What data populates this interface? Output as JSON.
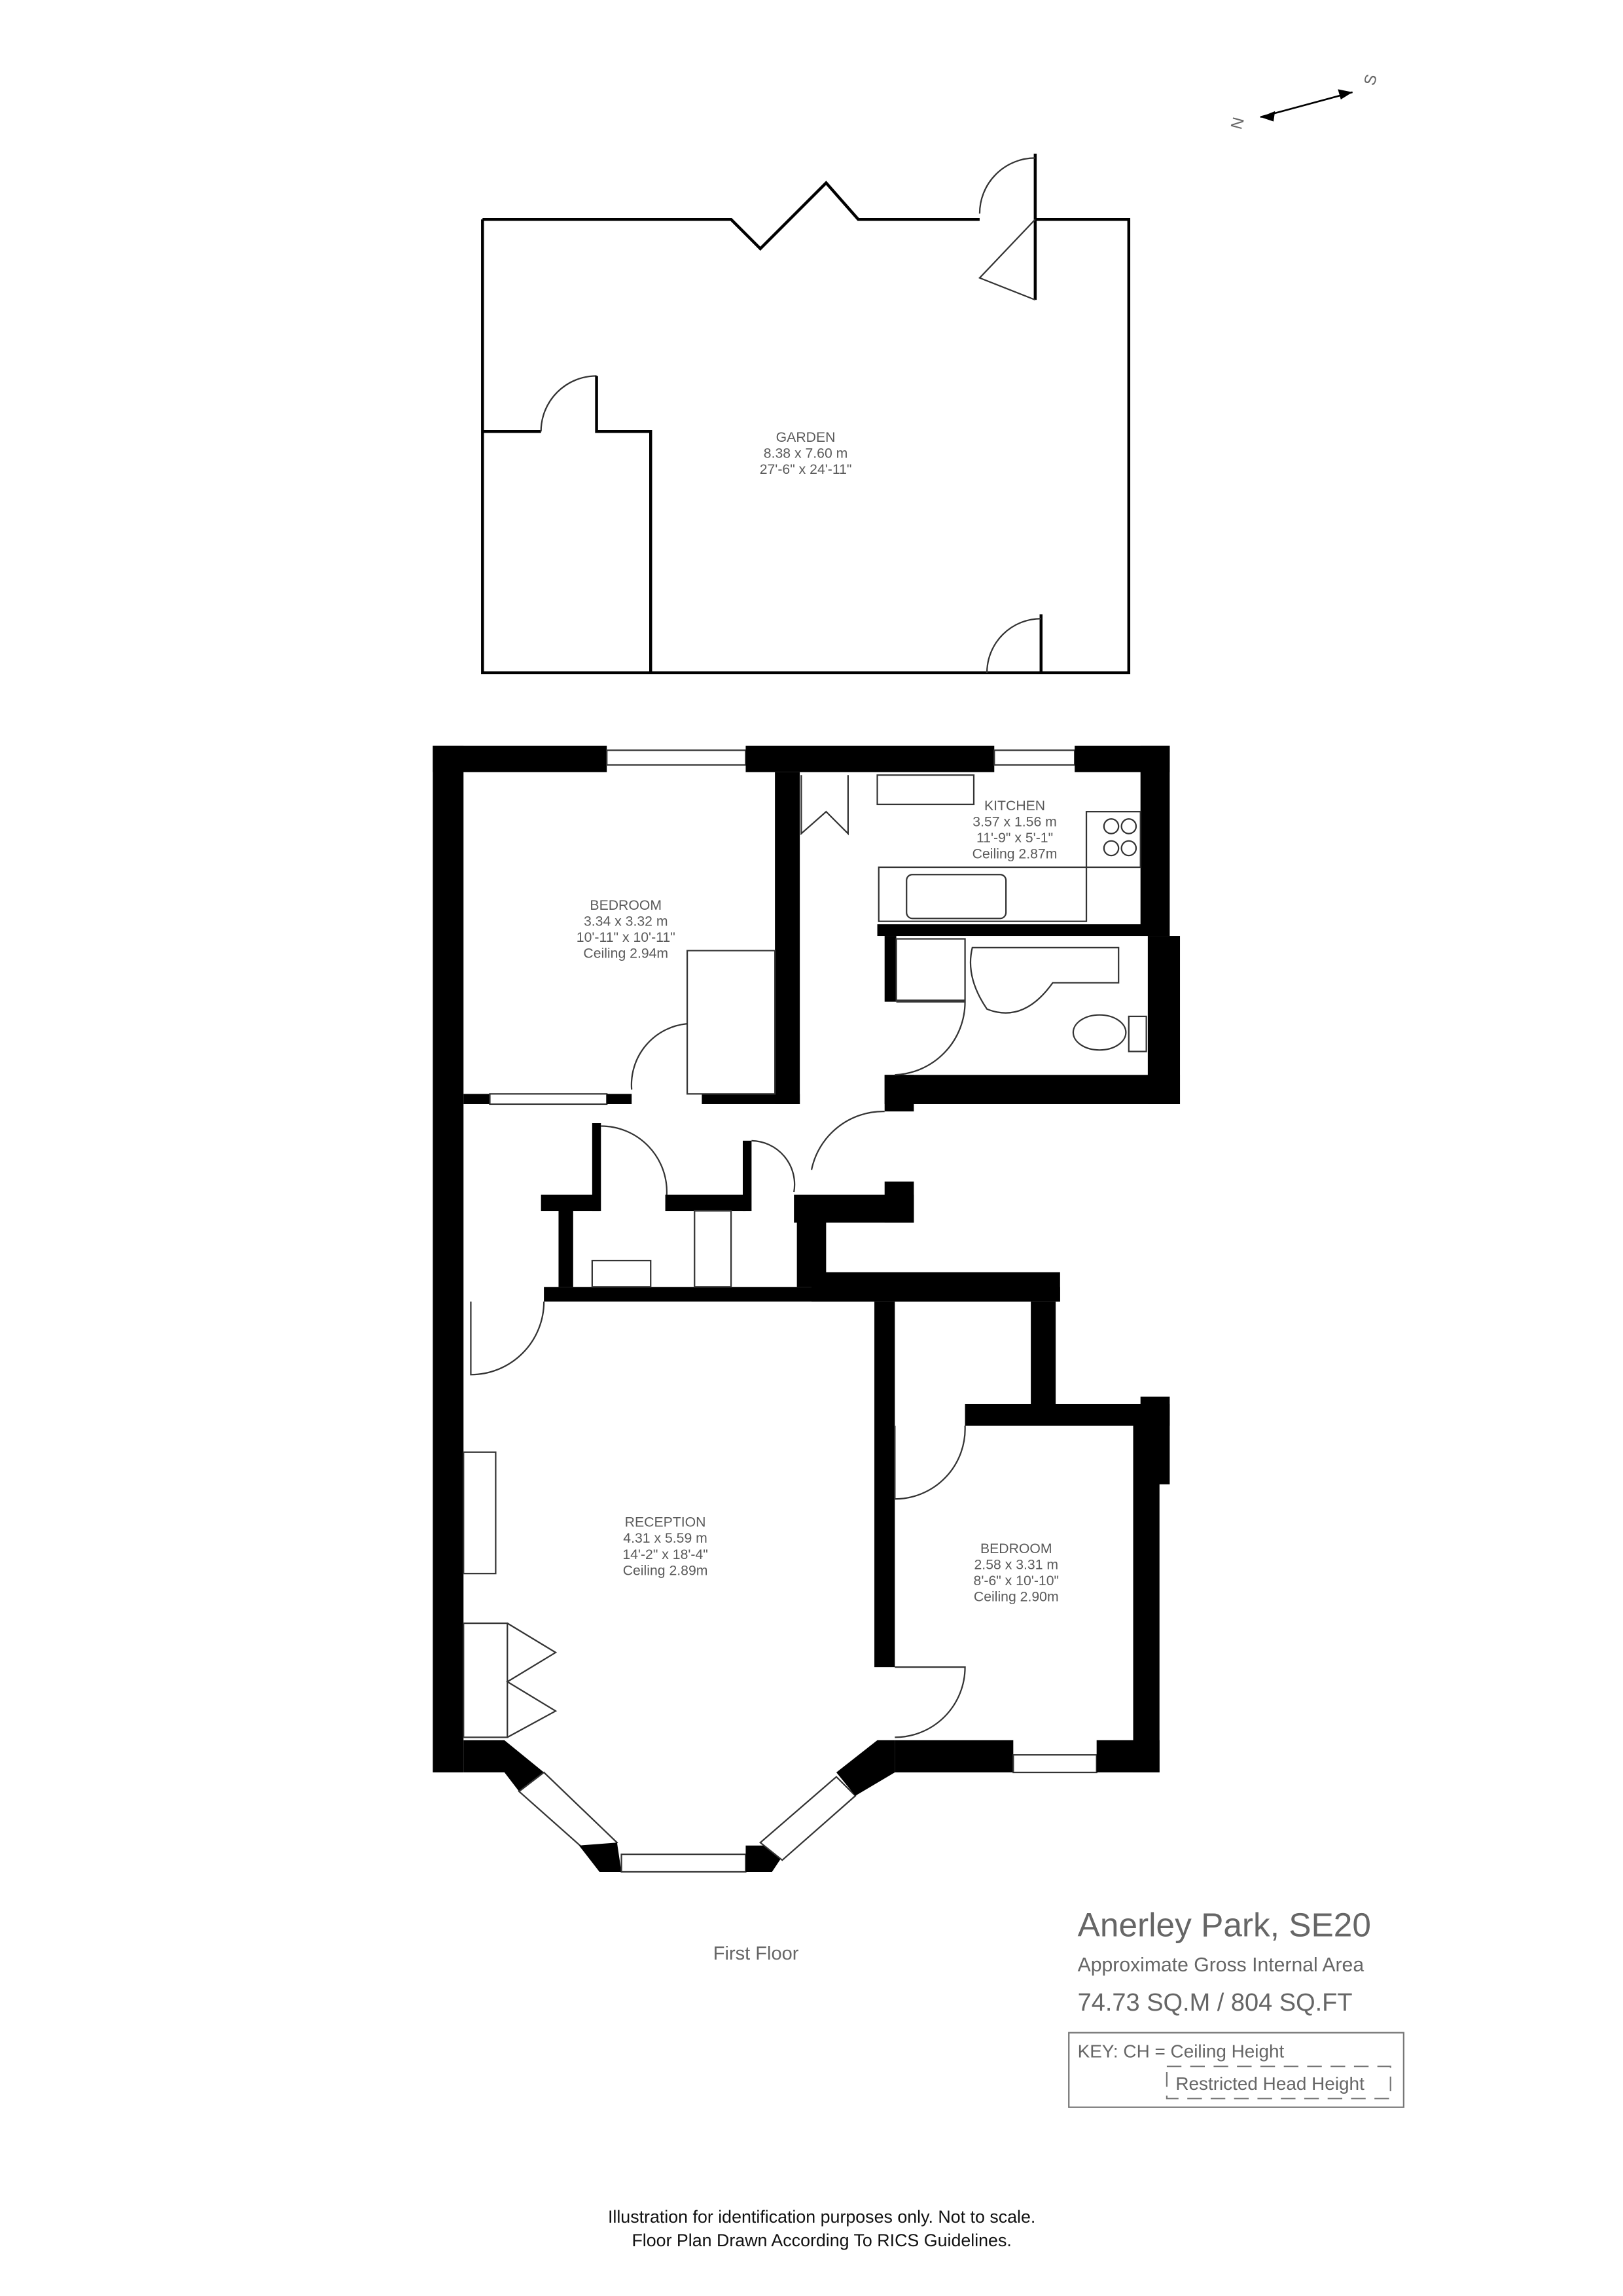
{
  "compass": {
    "north": "N",
    "south": "S"
  },
  "garden": {
    "name": "GARDEN",
    "metric": "8.38 x  7.60 m",
    "imperial": "27'-6\" x  24'-11\""
  },
  "rooms": [
    {
      "name": "BEDROOM",
      "metric": "3.34 x 3.32 m",
      "imperial": "10'-11\" x 10'-11\"",
      "ceiling": "Ceiling 2.94m"
    },
    {
      "name": "KITCHEN",
      "metric": "3.57 x 1.56 m",
      "imperial": "11'-9\" x 5'-1\"",
      "ceiling": "Ceiling 2.87m"
    },
    {
      "name": "RECEPTION",
      "metric": "4.31 x 5.59 m",
      "imperial": "14'-2\" x 18'-4\"",
      "ceiling": "Ceiling 2.89m"
    },
    {
      "name": "BEDROOM",
      "metric": "2.58 x 3.31 m",
      "imperial": "8'-6\" x 10'-10\"",
      "ceiling": "Ceiling 2.90m"
    }
  ],
  "floor_label": "First Floor",
  "info": {
    "title": "Anerley Park, SE20",
    "subtitle": "Approximate Gross Internal Area",
    "area": "74.73 SQ.M / 804 SQ.FT",
    "key_line": "KEY: CH = Ceiling Height",
    "key_restricted": "Restricted Head Height"
  },
  "disclaimer": {
    "line1": "Illustration for identification purposes only. Not to scale.",
    "line2": "Floor Plan Drawn According To RICS Guidelines."
  }
}
